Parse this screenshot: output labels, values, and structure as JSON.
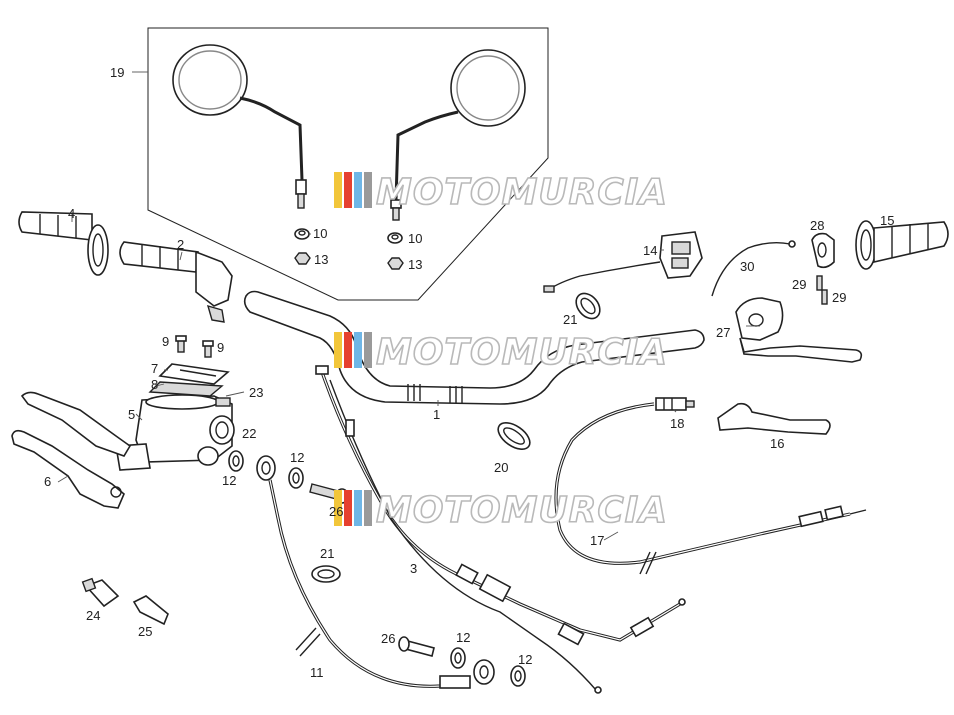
{
  "watermark": {
    "text": "MOTOMURCIA",
    "colors": [
      "#f2c63a",
      "#e6402f",
      "#6fb6e6",
      "#9a9a9a"
    ]
  },
  "labels": {
    "p1": "1",
    "p2": "2",
    "p3": "3",
    "p4": "4",
    "p5": "5",
    "p6": "6",
    "p7": "7",
    "p8": "8",
    "p9a": "9",
    "p9b": "9",
    "p10a": "10",
    "p10b": "10",
    "p11": "11",
    "p12a": "12",
    "p12b": "12",
    "p12c": "12",
    "p12d": "12",
    "p13a": "13",
    "p13b": "13",
    "p14": "14",
    "p15": "15",
    "p16": "16",
    "p17": "17",
    "p18": "18",
    "p19": "19",
    "p20": "20",
    "p21a": "21",
    "p21b": "21",
    "p22": "22",
    "p23": "23",
    "p24": "24",
    "p25": "25",
    "p26a": "26",
    "p26b": "26",
    "p27": "27",
    "p28": "28",
    "p29a": "29",
    "p29b": "29",
    "p30": "30"
  }
}
